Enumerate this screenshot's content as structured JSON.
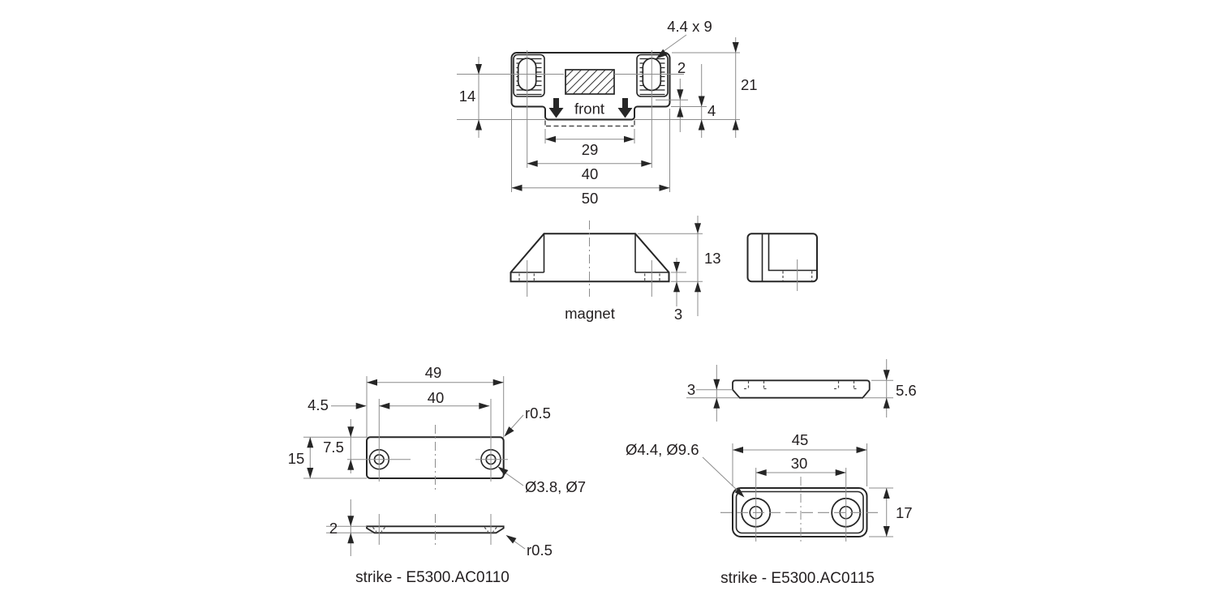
{
  "drawing": {
    "catch_front": {
      "label": "front",
      "slot_note": "4.4 x 9",
      "dim_slot_center": "14",
      "dim_recess": "2",
      "dim_step": "4",
      "dim_height": "21",
      "dim_tab_width": "29",
      "dim_slot_spacing": "40",
      "dim_width": "50"
    },
    "magnet_side": {
      "label": "magnet",
      "dim_height": "13",
      "dim_base": "3"
    },
    "strike_0110": {
      "title": "strike - E5300.AC0110",
      "dim_width": "49",
      "dim_hole_spacing": "40",
      "dim_edge_offset": "4.5",
      "dim_height": "15",
      "dim_hole_offset": "7.5",
      "note_corner_radius": "r0.5",
      "note_hole_dia": "Ø3.8, Ø7",
      "dim_thickness": "2",
      "note_edge_radius": "r0.5"
    },
    "strike_0115": {
      "title": "strike - E5300.AC0115",
      "dim_base_thickness": "3",
      "dim_thickness": "5.6",
      "dim_width": "45",
      "dim_hole_spacing": "30",
      "dim_height": "17",
      "note_hole_dia": "Ø4.4, Ø9.6"
    }
  },
  "colors": {
    "line": "#262626",
    "thin_line": "#8c8c8c",
    "hidden_line": "#4a4a4a",
    "text": "#231f20",
    "background": "#ffffff"
  }
}
